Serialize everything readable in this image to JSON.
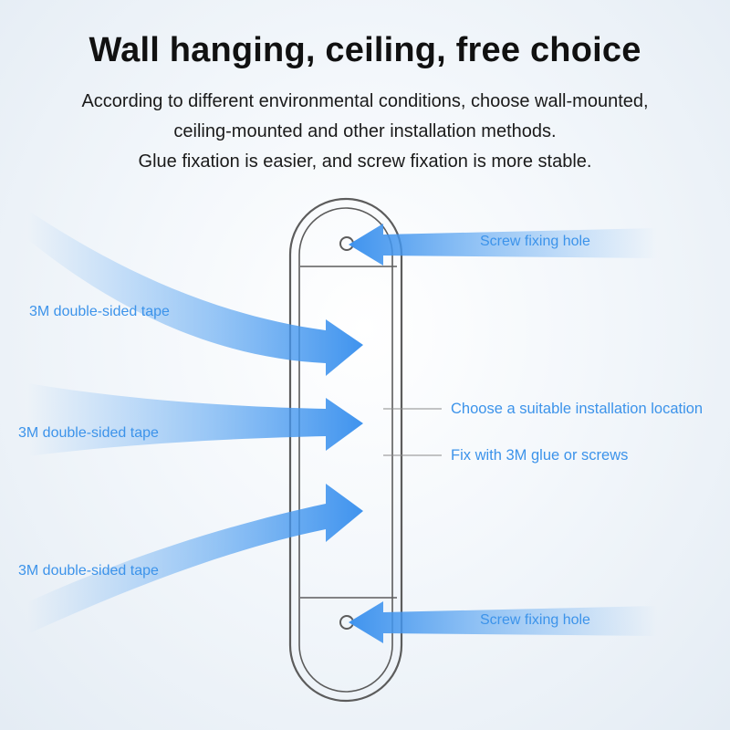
{
  "header": {
    "title": "Wall hanging, ceiling, free choice",
    "lines": [
      "According to different environmental conditions, choose wall-mounted,",
      "ceiling-mounted and other installation methods.",
      "Glue fixation is easier, and screw fixation is more stable."
    ]
  },
  "labels": {
    "screw_top": "Screw fixing hole",
    "screw_bottom": "Screw fixing hole",
    "tape_1": "3M double-sided tape",
    "tape_2": "3M double-sided tape",
    "tape_3": "3M double-sided tape",
    "location": "Choose a suitable installation location",
    "fix": "Fix with 3M glue or screws"
  },
  "colors": {
    "accent": "#3c93ea",
    "arrow": "#4a9cf0",
    "outline": "#5c5c5c"
  }
}
